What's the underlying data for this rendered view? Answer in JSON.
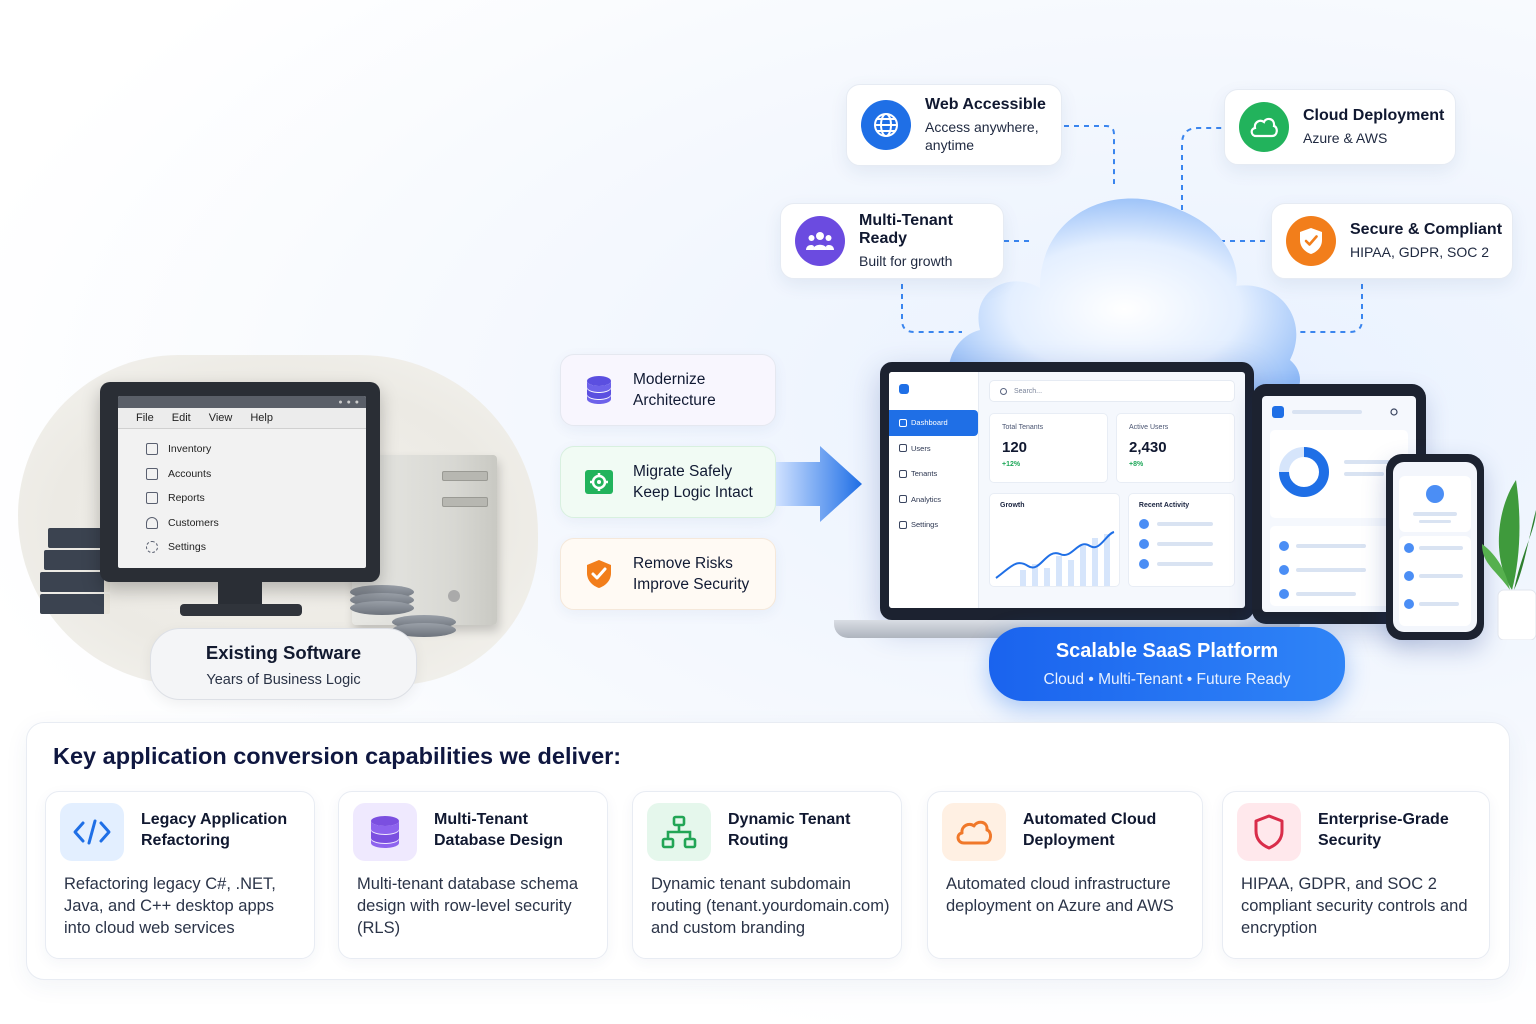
{
  "legacy": {
    "menu": [
      "File",
      "Edit",
      "View",
      "Help"
    ],
    "items": [
      "Inventory",
      "Accounts",
      "Reports",
      "Customers",
      "Settings"
    ],
    "title": "Existing Software",
    "subtitle": "Years of Business Logic"
  },
  "benefits": [
    {
      "line1": "Modernize",
      "line2": "Architecture",
      "icon": "database-icon",
      "color": "#5b4fe0"
    },
    {
      "line1": "Migrate Safely",
      "line2": "Keep Logic Intact",
      "icon": "gear-box-icon",
      "color": "#22b35c"
    },
    {
      "line1": "Remove Risks",
      "line2": "Improve Security",
      "icon": "shield-check-icon",
      "color": "#f27e1b"
    }
  ],
  "features": {
    "web": {
      "title": "Web Accessible",
      "sub": "Access anywhere, anytime",
      "icon": "globe-icon"
    },
    "cloud": {
      "title": "Cloud Deployment",
      "sub": "Azure & AWS",
      "icon": "cloud-icon"
    },
    "multitenant": {
      "title": "Multi-Tenant Ready",
      "sub": "Built for growth",
      "icon": "users-icon"
    },
    "secure": {
      "title": "Secure & Compliant",
      "sub": "HIPAA, GDPR, SOC 2",
      "icon": "shield-check-icon"
    }
  },
  "dashboard": {
    "search": "Search...",
    "nav": [
      "Dashboard",
      "Users",
      "Tenants",
      "Analytics",
      "Settings"
    ],
    "stats": [
      {
        "label": "Total Tenants",
        "value": "120",
        "change": "+12%"
      },
      {
        "label": "Active Users",
        "value": "2,430",
        "change": "+8%"
      }
    ],
    "growth_label": "Growth",
    "activity_label": "Recent Activity"
  },
  "saas": {
    "title": "Scalable SaaS Platform",
    "subtitle": "Cloud • Multi-Tenant • Future Ready"
  },
  "capabilities": {
    "heading": "Key application conversion capabilities we deliver:",
    "items": [
      {
        "title": "Legacy Application Refactoring",
        "desc": "Refactoring legacy C#, .NET, Java, and C++ desktop apps into cloud web services",
        "icon": "code-icon",
        "color": "#1f6fe6"
      },
      {
        "title": "Multi-Tenant Database Design",
        "desc": "Multi-tenant database schema design with row-level security (RLS)",
        "icon": "database-icon",
        "color": "#7b4fe0"
      },
      {
        "title": "Dynamic Tenant Routing",
        "desc": "Dynamic tenant subdomain routing (tenant.yourdomain.com) and custom branding",
        "icon": "sitemap-icon",
        "color": "#22a556"
      },
      {
        "title": "Automated Cloud Deployment",
        "desc": "Automated cloud infrastructure deployment on Azure and AWS",
        "icon": "cloud-icon",
        "color": "#f0782a"
      },
      {
        "title": "Enterprise-Grade Security",
        "desc": "HIPAA, GDPR, and SOC 2 compliant security controls and encryption",
        "icon": "shield-icon",
        "color": "#d92d4a"
      }
    ]
  }
}
